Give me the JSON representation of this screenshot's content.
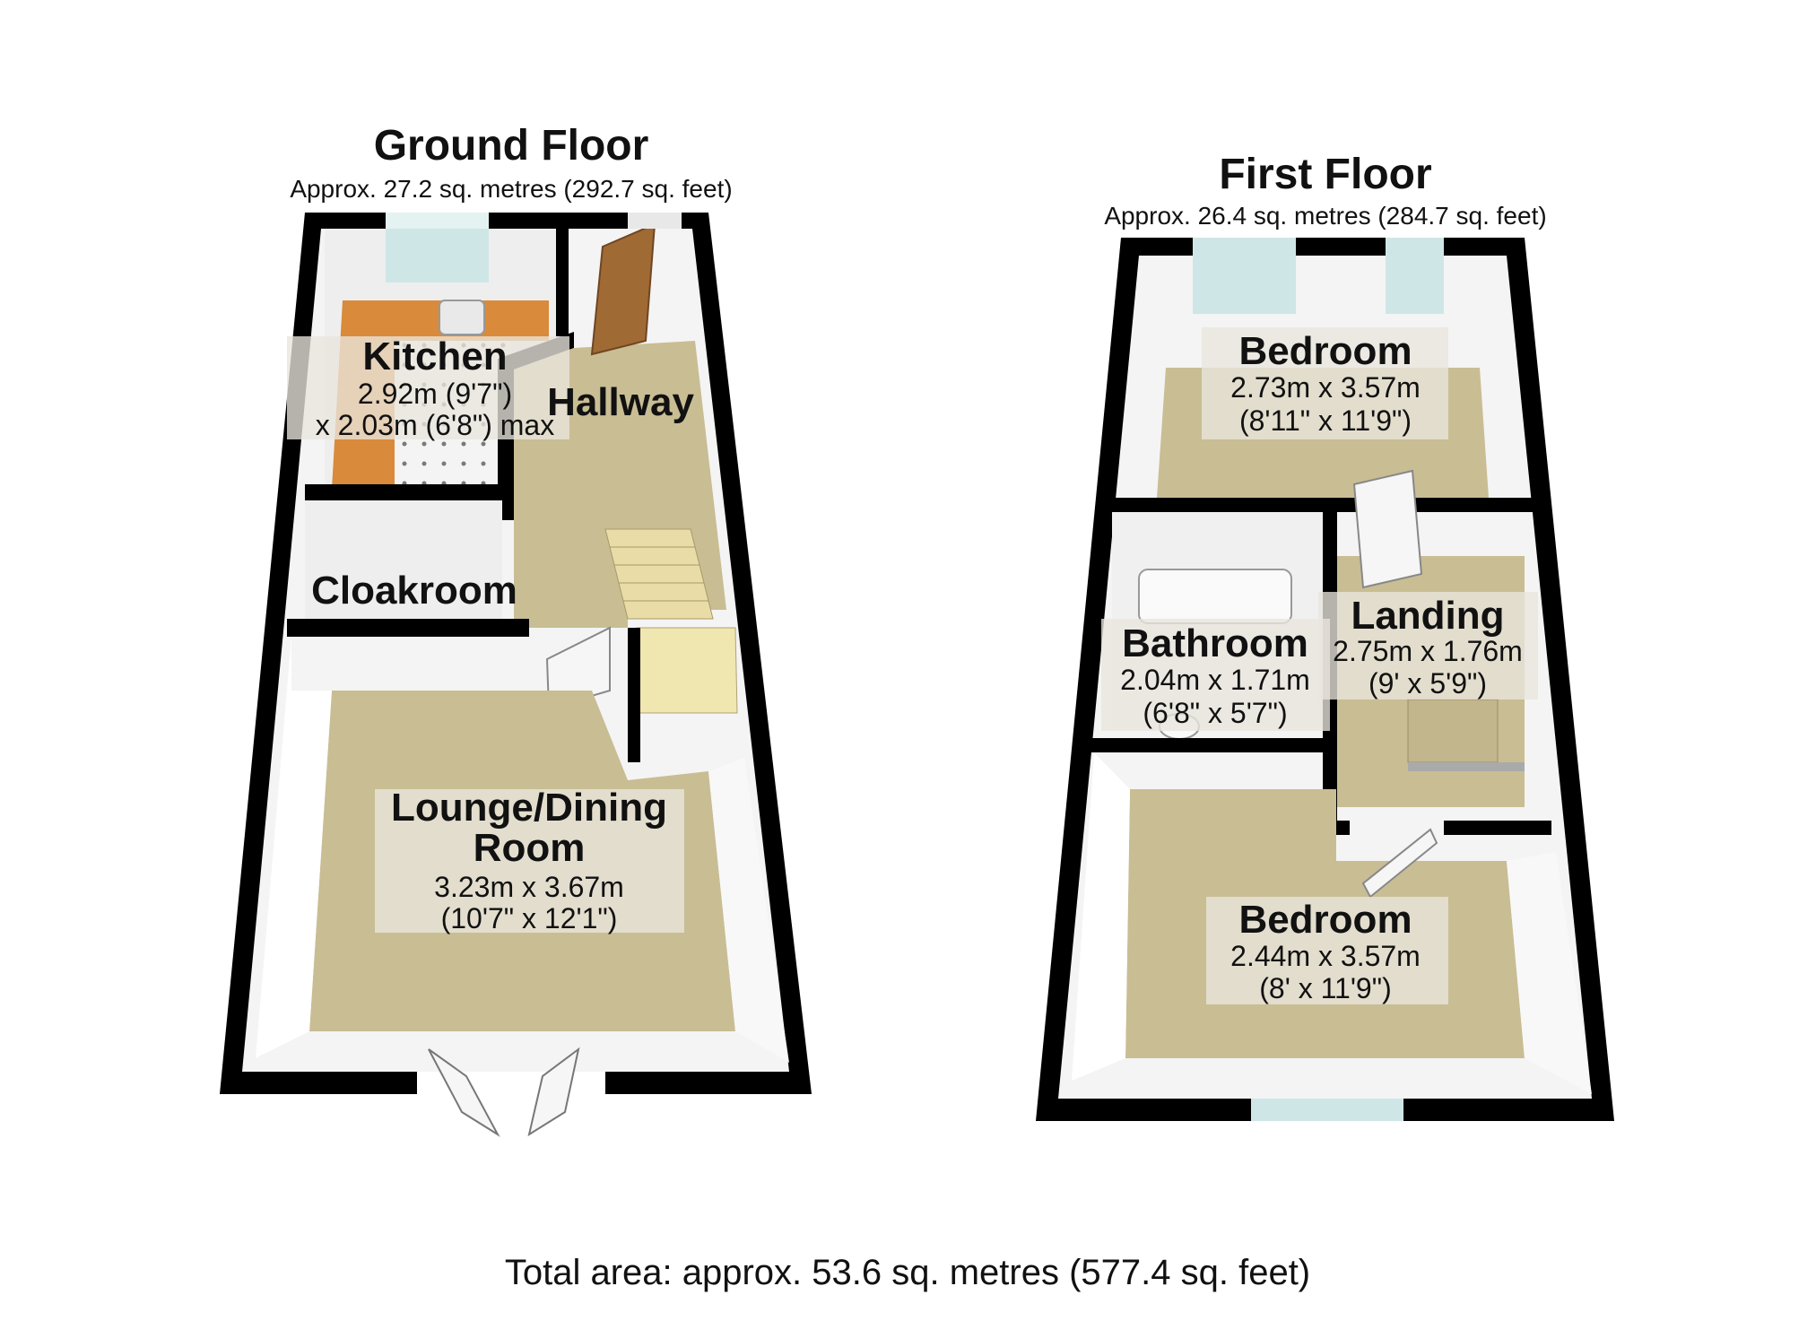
{
  "ground_floor": {
    "title": "Ground Floor",
    "area": "Approx. 27.2 sq. metres (292.7 sq. feet)",
    "rooms": [
      {
        "name": "Kitchen",
        "dim1": "2.92m (9'7\")",
        "dim2": "x 2.03m (6'8\") max"
      },
      {
        "name": "Hallway"
      },
      {
        "name": "Cloakroom"
      },
      {
        "name": "Lounge/Dining",
        "name2": "Room",
        "dim1": "3.23m x 3.67m",
        "dim2": "(10'7\" x 12'1\")"
      }
    ]
  },
  "first_floor": {
    "title": "First Floor",
    "area": "Approx. 26.4 sq. metres (284.7 sq. feet)",
    "rooms": [
      {
        "name": "Bedroom",
        "dim1": "2.73m x 3.57m",
        "dim2": "(8'11\" x 11'9\")"
      },
      {
        "name": "Bathroom",
        "dim1": "2.04m x 1.71m",
        "dim2": "(6'8\" x 5'7\")"
      },
      {
        "name": "Landing",
        "dim1": "2.75m x 1.76m",
        "dim2": "(9' x 5'9\")"
      },
      {
        "name": "Bedroom",
        "dim1": "2.44m x 3.57m",
        "dim2": "(8' x 11'9\")"
      }
    ]
  },
  "total_area": "Total area: approx. 53.6 sq. metres (577.4 sq. feet)",
  "colors": {
    "wall": "#000000",
    "carpet": "#c9bd94",
    "wall_inner": "#f2f2f2",
    "kitchen_counter": "#d98a3a",
    "window": "#cfe6e6",
    "door_brown": "#a06a35"
  }
}
